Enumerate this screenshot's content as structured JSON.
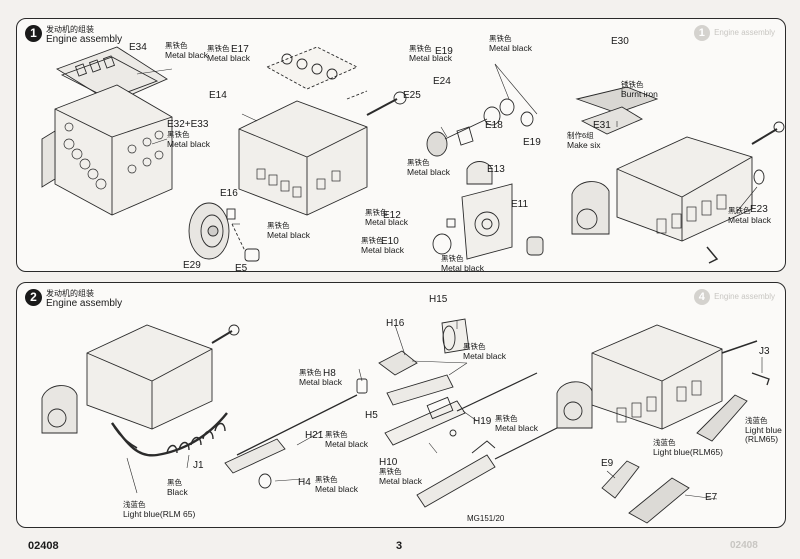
{
  "steps": [
    {
      "number": "1",
      "title_cn": "发动机的组装",
      "title_en": "Engine assembly",
      "ghost_title_en": "Engine assembly",
      "ghost_number": "1",
      "parts": {
        "e34": "E34",
        "e17": "E17",
        "e14": "E14",
        "e32_e33": "E32+E33",
        "e16": "E16",
        "e29": "E29",
        "e5": "E5",
        "e19a": "E19",
        "e24": "E24",
        "e25": "E25",
        "e18": "E18",
        "e19b": "E19",
        "e13": "E13",
        "e12": "E12",
        "e11": "E11",
        "e10": "E10",
        "e30": "E30",
        "e31": "E31",
        "e23": "E23"
      },
      "callouts": {
        "e34_color": {
          "cn": "黑铁色",
          "en": "Metal black"
        },
        "e17_color": {
          "cn": "黑铁色",
          "en": "Metal black"
        },
        "e32_color": {
          "cn": "黑铁色",
          "en": "Metal black"
        },
        "e16_color": {
          "cn": "黑铁色",
          "en": "Metal black"
        },
        "e19_color": {
          "cn": "黑铁色",
          "en": "Metal black"
        },
        "e18_color": {
          "cn": "黑铁色",
          "en": "Metal black"
        },
        "e25_color": {
          "cn": "黑铁色",
          "en": "Metal black"
        },
        "e12_color": {
          "cn": "黑铁色",
          "en": "Metal black"
        },
        "e10_color": {
          "cn": "黑铁色",
          "en": "Metal black"
        },
        "e13_color": {
          "cn": "黑铁色",
          "en": "Metal black"
        },
        "e30_color": {
          "cn": "锈铁色",
          "en": "Burnt iron"
        },
        "e31_note": {
          "cn": "制作6组",
          "en": "Make six"
        },
        "e23_color": {
          "cn": "黑铁色",
          "en": "Metal black"
        }
      }
    },
    {
      "number": "2",
      "title_cn": "发动机的组装",
      "title_en": "Engine assembly",
      "ghost_title_en": "Engine assembly",
      "ghost_number": "4",
      "parts": {
        "h15": "H15",
        "h16": "H16",
        "h8": "H8",
        "h5": "H5",
        "h19": "H19",
        "h21": "H21",
        "h10": "H10",
        "h4": "H4",
        "j1": "J1",
        "j3": "J3",
        "e9": "E9",
        "e7": "E7",
        "mg": "MG151/20"
      },
      "callouts": {
        "h16_color": {
          "cn": "黑铁色",
          "en": "Metal black"
        },
        "h8_color": {
          "cn": "黑铁色",
          "en": "Metal black"
        },
        "h19_color": {
          "cn": "黑铁色",
          "en": "Metal black"
        },
        "h21_color": {
          "cn": "黑铁色",
          "en": "Metal black"
        },
        "h10_color": {
          "cn": "黑铁色",
          "en": "Metal black"
        },
        "h4_color": {
          "cn": "黑铁色",
          "en": "Metal black"
        },
        "j1_color": {
          "cn": "黑色",
          "en": "Black"
        },
        "j1_extra": {
          "cn": "浅蓝色",
          "en": "Light blue(RLM 65)"
        },
        "j3_color": {
          "cn": "浅蓝色",
          "en": "Light blue",
          "en2": "(RLM65)"
        },
        "e9_color": {
          "cn": "浅蓝色",
          "en": "Light blue(RLM65)"
        }
      }
    }
  ],
  "footer": {
    "code": "02408",
    "page": "3",
    "ghost_code": "02408"
  }
}
